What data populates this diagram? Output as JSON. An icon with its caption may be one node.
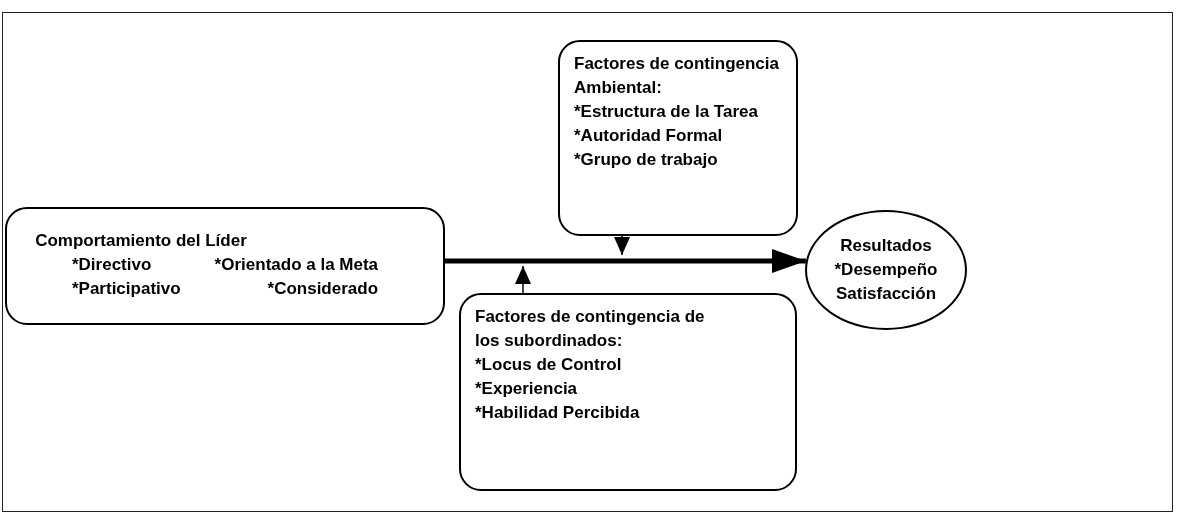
{
  "diagram": {
    "nodes": [
      {
        "text": [
          "Factores de contingencia Ambiental:",
          "*Estructura de la Tarea",
          "*Autoridad Formal",
          "*Grupo de trabajo"
        ]
      },
      {
        "text": [
          "Comportamiento del Líder",
          "*Directivo",
          "*Orientado a la Meta",
          "*Participativo",
          "*Considerado"
        ]
      },
      {
        "text": [
          "Resultados",
          "*Desempeño",
          "Satisfacción"
        ]
      },
      {
        "text": [
          "Factores de contingencia de los subordinados:",
          "*Locus de Control",
          "*Experiencia",
          "*Habilidad Percibida"
        ]
      }
    ],
    "edges": [
      {
        "from": 1,
        "to": 2,
        "arrow": "to",
        "style": "thick"
      },
      {
        "from": 0,
        "to": null,
        "arrow": "to"
      },
      {
        "from": 3,
        "to": null,
        "arrow": "to"
      }
    ]
  }
}
